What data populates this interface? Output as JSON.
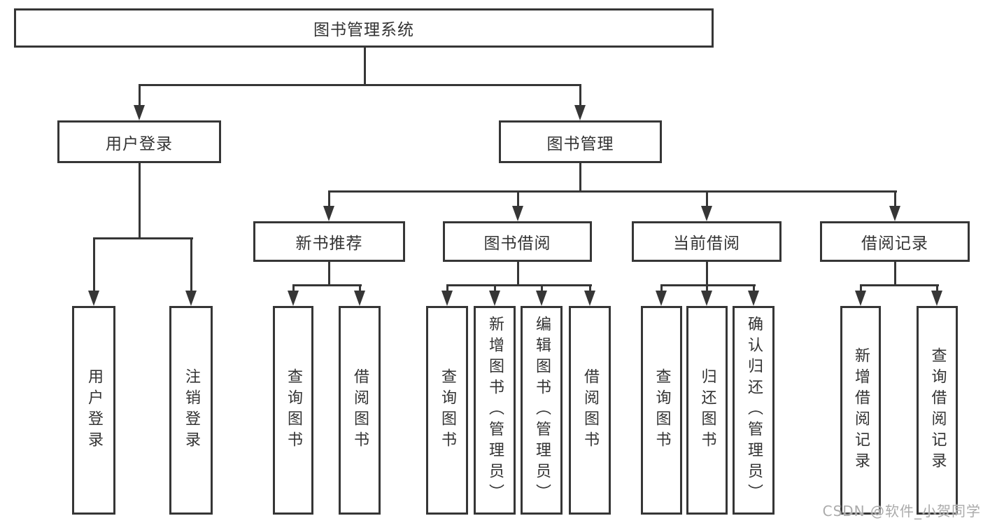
{
  "tree": {
    "label": "图书管理系统",
    "children": [
      {
        "label": "用户登录",
        "children": [
          {
            "label": "用户登录"
          },
          {
            "label": "注销登录"
          }
        ]
      },
      {
        "label": "图书管理",
        "children": [
          {
            "label": "新书推荐",
            "children": [
              {
                "label": "查询图书"
              },
              {
                "label": "借阅图书"
              }
            ]
          },
          {
            "label": "图书借阅",
            "children": [
              {
                "label": "查询图书"
              },
              {
                "label": "新增图书（管理员）"
              },
              {
                "label": "编辑图书（管理员）"
              },
              {
                "label": "借阅图书"
              }
            ]
          },
          {
            "label": "当前借阅",
            "children": [
              {
                "label": "查询图书"
              },
              {
                "label": "归还图书"
              },
              {
                "label": "确认归还（管理员）"
              }
            ]
          },
          {
            "label": "借阅记录",
            "children": [
              {
                "label": "新增借阅记录"
              },
              {
                "label": "查询借阅记录"
              }
            ]
          }
        ]
      }
    ]
  },
  "watermark": "CSDN @软件_小贺同学",
  "colors": {
    "line": "#363636",
    "text": "#333333",
    "background": "#ffffff",
    "watermark": "#ababab"
  }
}
